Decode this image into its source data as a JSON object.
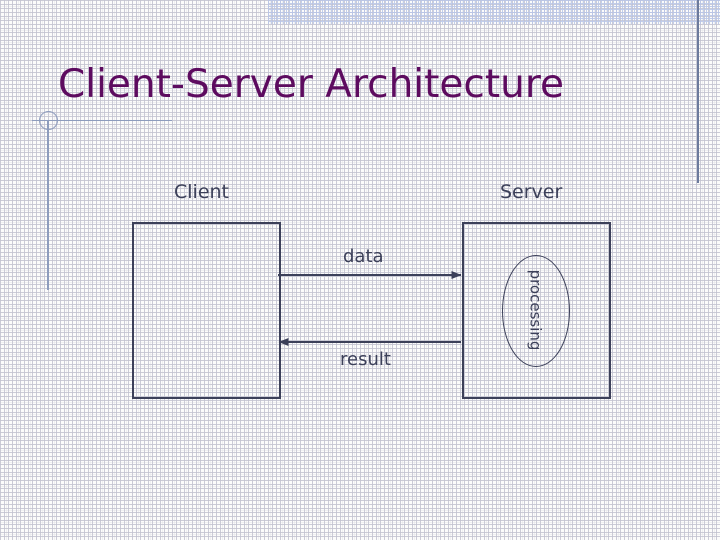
{
  "slide": {
    "title": "Client-Server Architecture",
    "title_color": "#5d0b5f",
    "background_color": "#fcfcfb",
    "diagram_stroke_color": "#3c4059",
    "decoration_color": "#8d9cbd"
  },
  "diagram": {
    "type": "block-flow",
    "nodes": [
      {
        "id": "client",
        "label": "Client",
        "shape": "rectangle"
      },
      {
        "id": "server",
        "label": "Server",
        "shape": "rectangle"
      }
    ],
    "inner_shapes": [
      {
        "id": "processing",
        "label": "processing",
        "shape": "ellipse",
        "parent": "server",
        "text_orientation": "vertical-clockwise"
      }
    ],
    "edges": [
      {
        "id": "data-arrow",
        "label": "data",
        "from": "client",
        "to": "server",
        "direction": "right"
      },
      {
        "id": "result-arrow",
        "label": "result",
        "from": "server",
        "to": "client",
        "direction": "left"
      }
    ]
  },
  "decorations": {
    "top_band": "halftone-band",
    "right_rule": "vertical-rule",
    "left_rule_horizontal": "horizontal-rule",
    "left_rule_vertical": "vertical-rule",
    "circle": "circle-marker"
  }
}
